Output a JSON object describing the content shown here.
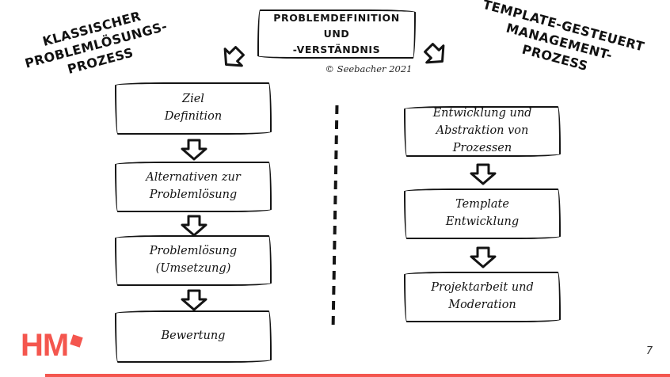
{
  "slide": {
    "top_box_label": "PROBLEMDEFINITION UND\n-VERSTÄNDNIS",
    "copyright": "© Seebacher 2021",
    "left_process": {
      "title": "KLASSISCHER\nPROBLEMLÖSUNGS-\nPROZESS",
      "steps": [
        {
          "label": "Ziel\nDefinition"
        },
        {
          "label": "Alternativen zur\nProblemlösung"
        },
        {
          "label": "Problemlösung\n(Umsetzung)"
        },
        {
          "label": "Bewertung"
        }
      ]
    },
    "right_process": {
      "title": "TEMPLATE-GESTEUERT\nMANAGEMENT-\nPROZESS",
      "steps": [
        {
          "label": "Entwicklung und\nAbstraktion von Prozessen"
        },
        {
          "label": "Template\nEntwicklung"
        },
        {
          "label": "Projektarbeit und\nModeration"
        }
      ]
    },
    "footer": {
      "logo_text": "HM",
      "page_number": "7"
    },
    "colors": {
      "brand_red": "#F4564E",
      "ink": "#141414"
    }
  }
}
